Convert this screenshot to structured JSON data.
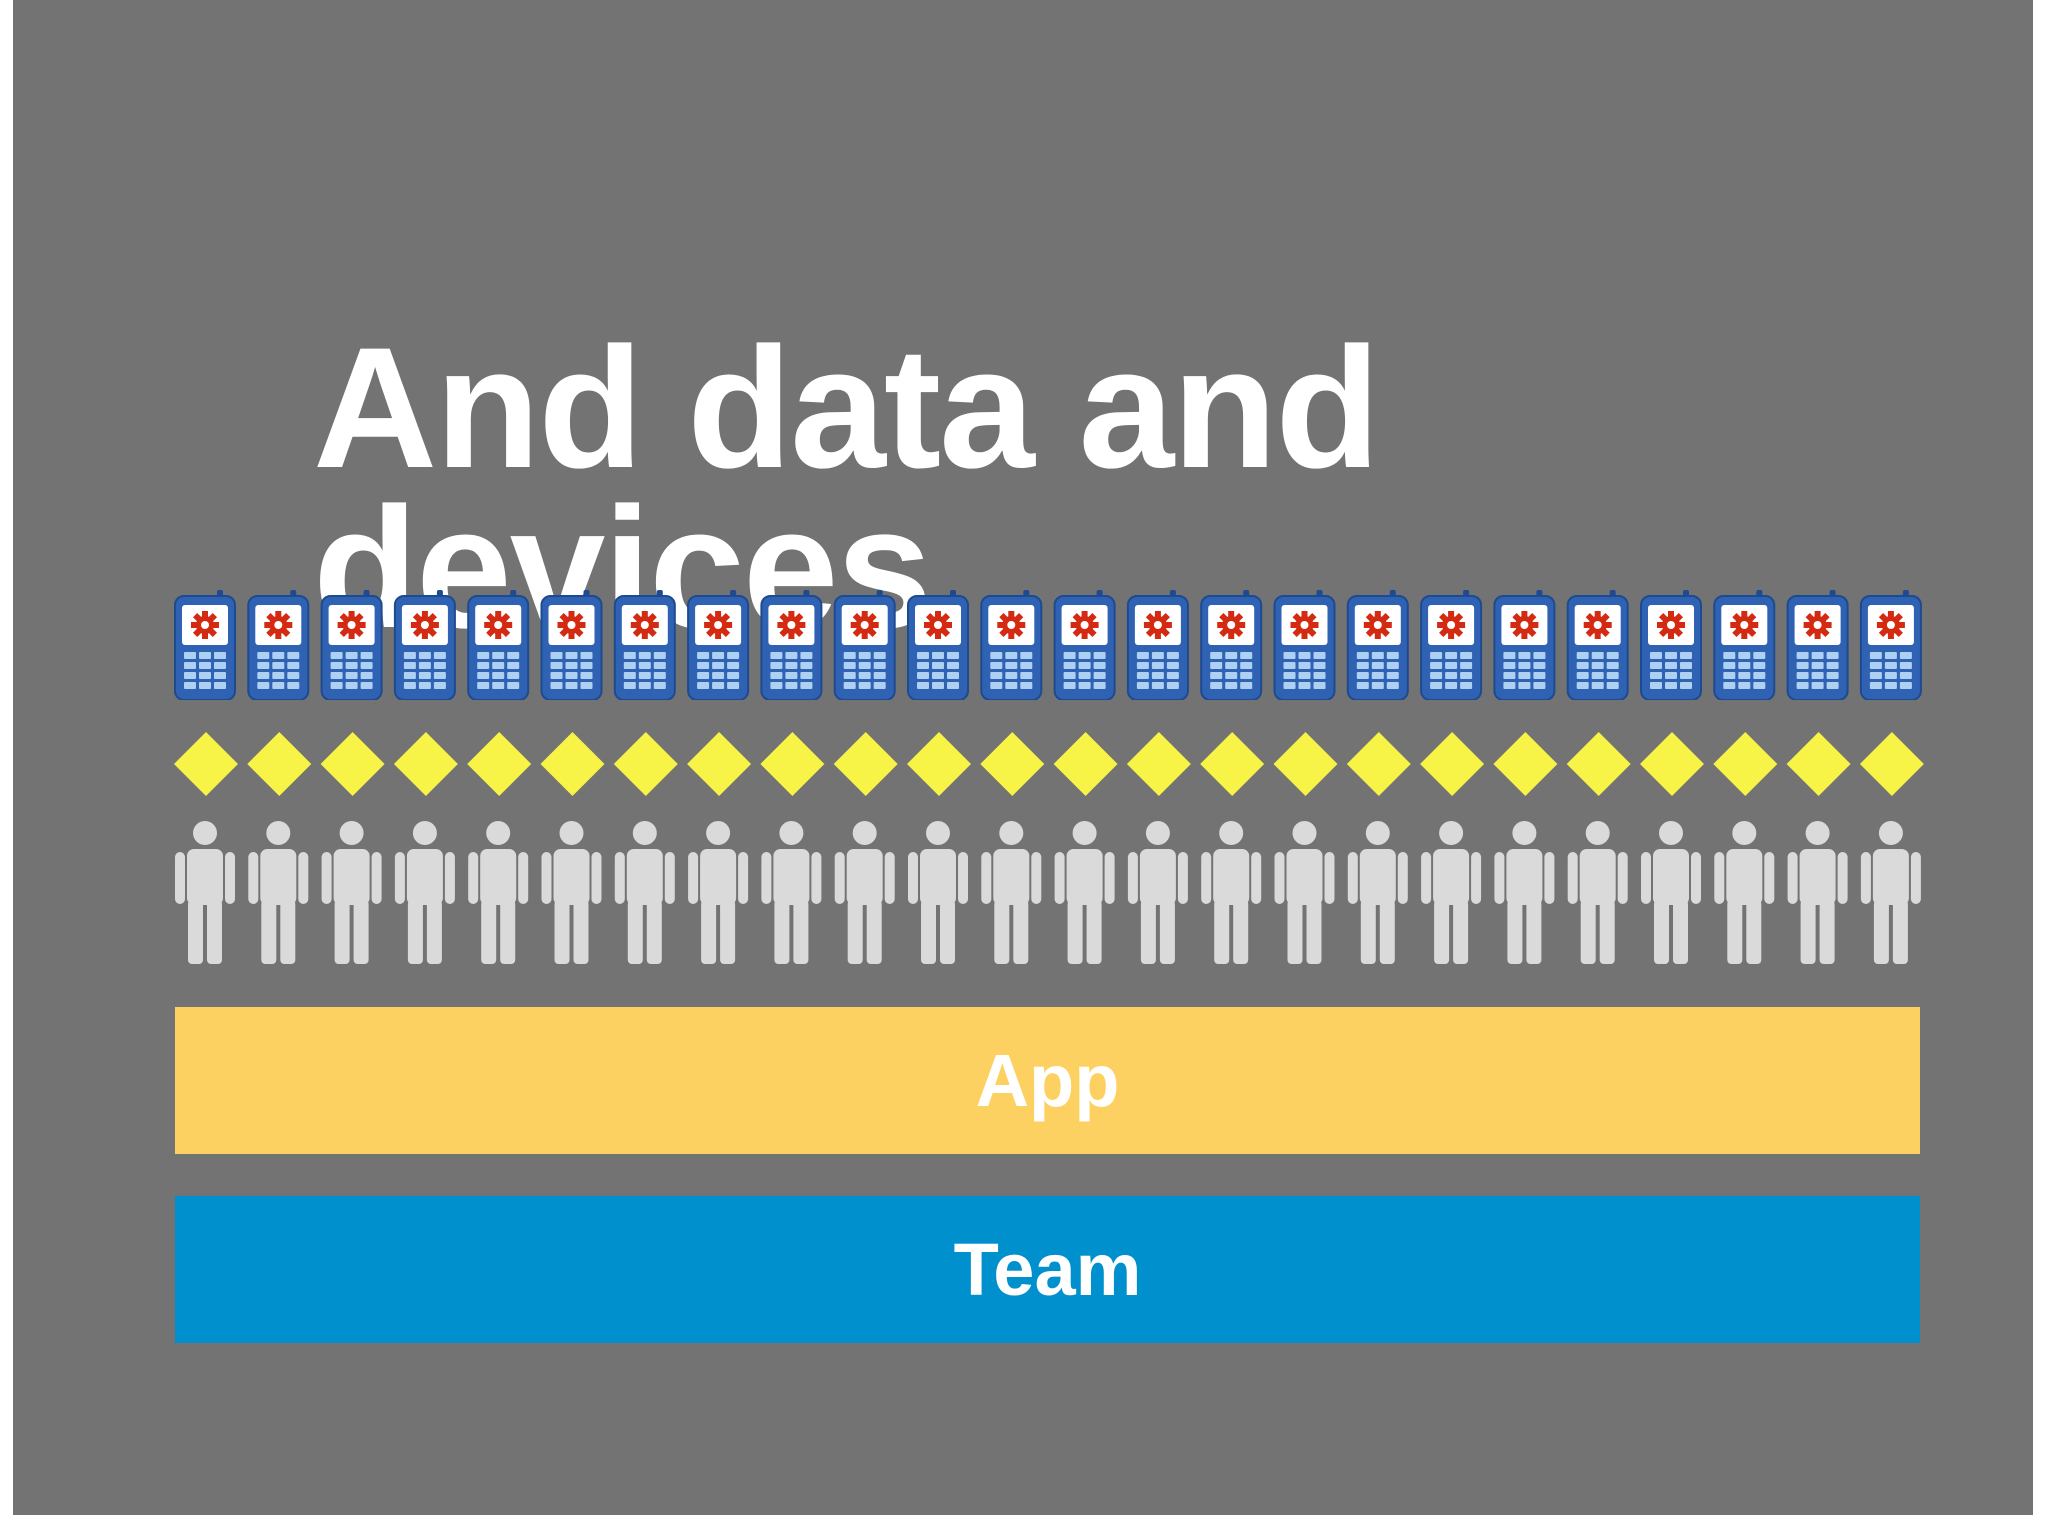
{
  "slide": {
    "background": "#737373",
    "title": "And data and devices"
  },
  "icons": {
    "phones": {
      "count": 24,
      "icon": "mobile-phone-with-gear-icon",
      "body_color": "#2f62b3",
      "screen_color": "#ffffff",
      "gear_color": "#d42a12",
      "keypad_color": "#aed0f2"
    },
    "diamonds": {
      "count": 24,
      "icon": "data-diamond-icon",
      "color": "#f7f347"
    },
    "people": {
      "count": 24,
      "icon": "person-icon",
      "color": "#dadada"
    }
  },
  "bars": {
    "app": {
      "label": "App",
      "color": "#fdd062"
    },
    "team": {
      "label": "Team",
      "color": "#0090cd"
    }
  }
}
